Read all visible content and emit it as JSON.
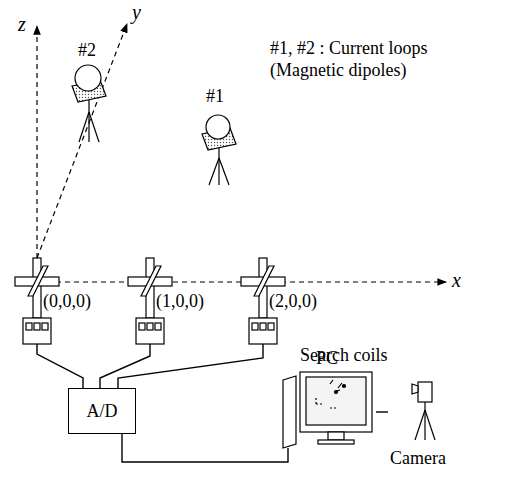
{
  "diagram": {
    "nodes": [
      {
        "text": [
          "#2"
        ]
      },
      {
        "text": [
          "#1"
        ]
      },
      {
        "text": [
          "(0,0,0)"
        ]
      },
      {
        "text": [
          "(1,0,0)"
        ]
      },
      {
        "text": [
          "(2,0,0)"
        ]
      },
      {
        "text": [
          "A/D"
        ]
      },
      {
        "text": [
          "PC"
        ]
      },
      {
        "text": [
          "Camera"
        ]
      }
    ],
    "edges": [
      {
        "from": 2,
        "to": 5,
        "arrow": "none"
      },
      {
        "from": 3,
        "to": 5,
        "arrow": "none"
      },
      {
        "from": 4,
        "to": 5,
        "arrow": "none"
      },
      {
        "from": 5,
        "to": 6,
        "arrow": "none"
      },
      {
        "from": 7,
        "to": 6,
        "arrow": "none"
      }
    ],
    "labels": [
      "z",
      "y",
      "x",
      "#1, #2 : Current loops (Magnetic dipoles)",
      "Search coils"
    ]
  }
}
